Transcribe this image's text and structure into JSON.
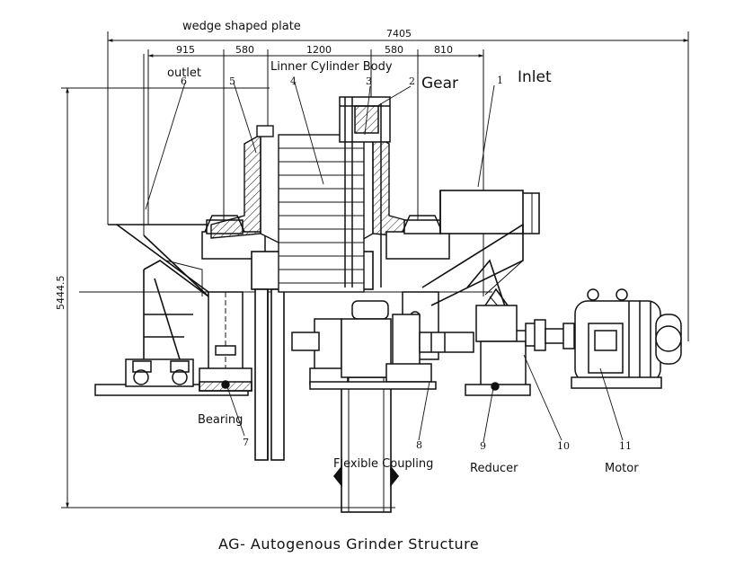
{
  "figure": {
    "caption": "AG- Autogenous Grinder Structure"
  },
  "labels": {
    "wedge_shaped_plate": "wedge shaped plate",
    "outlet": "outlet",
    "liner_cylinder_body": "Linner Cylinder Body",
    "gear": "Gear",
    "inlet": "Inlet",
    "bearing": "Bearing",
    "flexible_coupling": "Flexible Coupling",
    "reducer": "Reducer",
    "motor": "Motor"
  },
  "part_numbers": [
    "1",
    "2",
    "3",
    "4",
    "5",
    "6",
    "7",
    "8",
    "9",
    "10",
    "11"
  ],
  "dimensions": {
    "overall_width": "7405",
    "segments": [
      "915",
      "580",
      "1200",
      "580",
      "810"
    ],
    "overall_height": "5444.5"
  }
}
